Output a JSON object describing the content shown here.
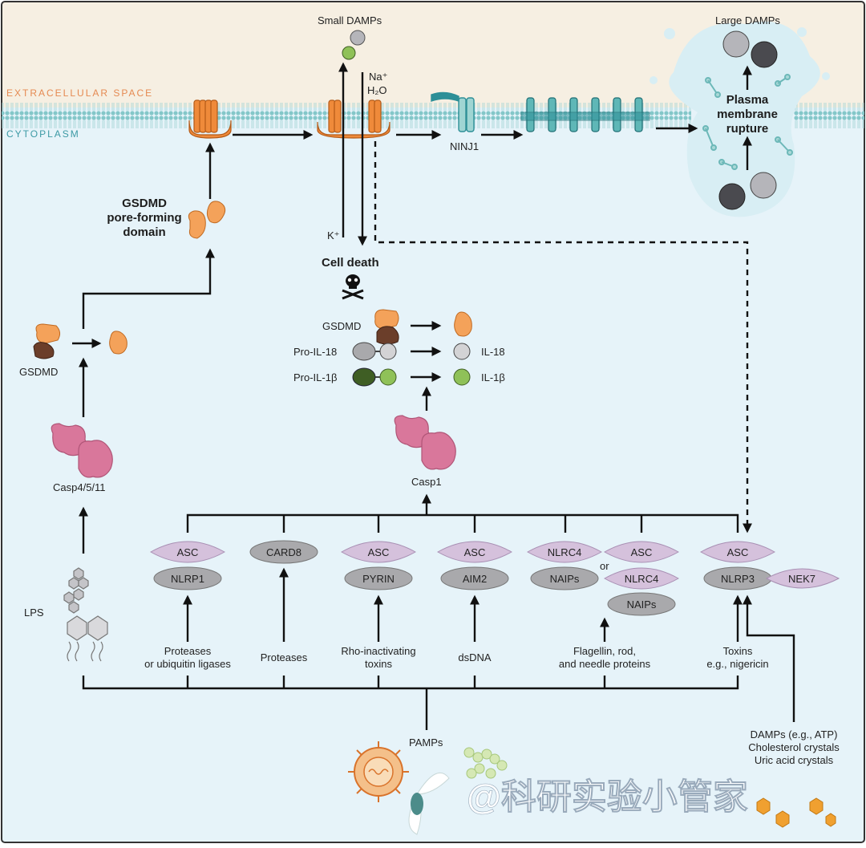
{
  "zones": {
    "extracellular": "EXTRACELLULAR SPACE",
    "cytoplasm": "CYTOPLASM"
  },
  "top": {
    "small_damps": "Small DAMPs",
    "large_damps": "Large DAMPs",
    "na": "Na⁺",
    "h2o": "H₂O",
    "k": "K⁺",
    "ninj1": "NINJ1",
    "rupture": [
      "Plasma",
      "membrane",
      "rupture"
    ],
    "cell_death": "Cell death"
  },
  "left": {
    "gsdmd_domain": [
      "GSDMD",
      "pore-forming",
      "domain"
    ],
    "gsdmd": "GSDMD",
    "casp": "Casp4/5/11",
    "lps": "LPS"
  },
  "center": {
    "rows": [
      {
        "left": "GSDMD",
        "right": ""
      },
      {
        "left": "Pro-IL-18",
        "right": "IL-18"
      },
      {
        "left": "Pro-IL-1β",
        "right": "IL-1β"
      }
    ],
    "casp1": "Casp1"
  },
  "inflammasomes": {
    "nlrp1": {
      "top": "ASC",
      "bottom": "NLRP1"
    },
    "card8": {
      "top": "CARD8"
    },
    "pyrin": {
      "top": "ASC",
      "bottom": "PYRIN"
    },
    "aim2": {
      "top": "ASC",
      "bottom": "AIM2"
    },
    "nlrc4a": {
      "top": "NLRC4",
      "bottom": "NAIPs"
    },
    "or": "or",
    "nlrc4b": {
      "top": "ASC",
      "mid": "NLRC4",
      "bottom": "NAIPs"
    },
    "nlrp3": {
      "top": "ASC",
      "bottom": "NLRP3",
      "side": "NEK7"
    }
  },
  "triggers": {
    "t1": [
      "Proteases",
      "or ubiquitin ligases"
    ],
    "t2": [
      "Proteases"
    ],
    "t3": [
      "Rho-inactivating",
      "toxins"
    ],
    "t4": [
      "dsDNA"
    ],
    "t5": [
      "Flagellin, rod,",
      "and needle proteins"
    ],
    "t6": [
      "Toxins",
      "e.g., nigericin"
    ]
  },
  "bottom": {
    "pamps": "PAMPs",
    "damps": [
      "DAMPs (e.g., ATP)",
      "Cholesterol crystals",
      "Uric acid crystals"
    ],
    "watermark": "@科研实验小管家"
  },
  "colors": {
    "extracellular": "#f6efe2",
    "cytoplasm": "#e6f3f9",
    "membrane": "#7fc4c6",
    "gsdmd_pore": "#ef8a3a",
    "gsdmd_nterm": "#f4a25a",
    "gsdmd_cterm": "#6b3e2a",
    "caspase": "#d9779b",
    "inflammasome": "#d5c1dc",
    "sensor": "#a9a9ac",
    "il18": "#d3d3d5",
    "il1b": "#8fc158",
    "il1b_dark": "#3f5e24",
    "ninj1": "#2d8f97",
    "damp_dark": "#4a4a4f",
    "damp_light": "#b5b5ba"
  }
}
